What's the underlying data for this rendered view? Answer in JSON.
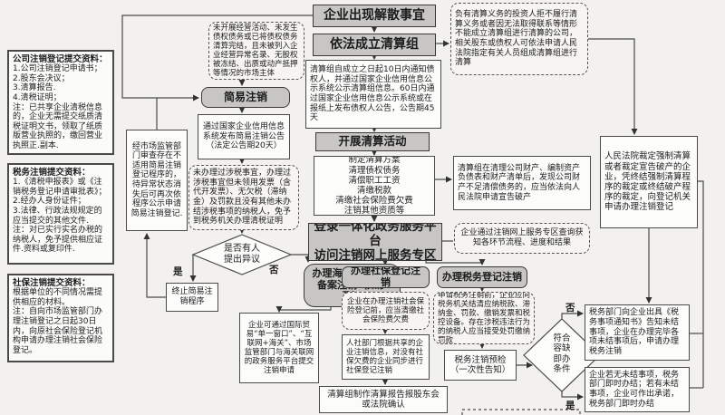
{
  "left_panel": {
    "company": {
      "title": "公司注销登记提交资料：",
      "body": "1.公司注销登记申请书；\n2.股东会决议；\n3.清算报告.\n4.清税证明；\n注：已共享企业清税信息的，企业无需提交纸质清税证明文书，领取了纸质版营业执照的，缴回营业执照正.副本."
    },
    "tax": {
      "title": "税务注销提交资料：",
      "body": "1.《清税申报表》或《注销税务登记申请审批表》；\n2.经办人身份证件；\n3.法律、行政法规规定的应当提交的其他文件.\n注：对已实行实名办税的纳税人，免予提供相应证件.资料或复印件."
    },
    "social": {
      "title": "社保注销提交资料：",
      "body": "根据单位的不同情况需提供相应的材料。\n注：自向市场监管部门办理注销登记之日起30日内，向原社会保险登记机构申请办理注销社会保险登记。"
    }
  },
  "nodes": {
    "dissolve": "企业出现解散事宜",
    "form_group": "依法成立清算组",
    "notify": "清算组自成立之日起10日内通知债权人，并通过国家企业信用信息公示系统公示清算组信息。60日内通过国家企业信用信息公示系统或在报纸上发布债权人公告，公告期45天",
    "liquidation": "开展清算活动",
    "plan": "制定清算方案\n清理债权债务\n清偿职工工资\n清缴税款\n清缴社会保险费欠费\n注销其他资质等",
    "platform": "登录一体化政务服务平台\n访问注销网上服务专区",
    "obligor": "负有清算义务的投资人拒不履行清算义务或者因无法取得联系等情形不能成立清算组进行清算的公司，相关股东或债权人可依法申请人民法院指定有关人员组成清算组进行清算",
    "court": "人民法院裁定强制清算或者裁定宣告破产的企业，凭终结强制清算程序的裁定或终结破产程序的裁定，向登记机关申请办理注销登记",
    "insolvent": "清算组在清理公司财产、编制资产负债表和财产清单后，发现公司财产不足清偿债务的，应当依法向人民法院申请宣告破产",
    "query": "企业通过注销网上服务专区查询获知各环节流程、进度和结果",
    "simple_cond": "未开展经营活动、未发生债权债务或已将债权债务清算完结，且未被列入企业经营异常名录、无股权被冻结、出质或动产抵押等情况的市场主体",
    "simple": "简易注销",
    "announce": "通过国家企业信用信息系统发布简易注销公告\n（法定公告期20天）",
    "tax_exempt": "未办理过涉税事宜，办理过涉税事宜但未领用发票（含代开发票）、无欠税（滞纳金）及罚款且没有其他未办结涉税事项的纳税人，免予到税务机关办理清税证明",
    "objection": "是否有人\n提出异议",
    "terminate": "终止简易注销程序",
    "review": "经市场监管部门审查存在不适用简易注销登记程序的，待异常状态消失后可再次依程序公示申请简易注销登记.",
    "customs": "办理海关报关单位备案注销（如涉及）",
    "customs_detail": "企业可通过国际贸易“单一窗口”、“互联网+海关”、市场监管部门与海关联网的政务服务平台提交注销申请",
    "social_step": "办理社保登记注销",
    "social_cond": "企业在办理注销社会保险登记前，应当清缴社会保险费欠费",
    "social_detail": "人社部门根据共享的企业注销信息，对没有社保欠费的企业同步进行社保登记注销",
    "report": "清算组制作清算报告报股东会或法院确认",
    "tax_step": "办理税务登记注销",
    "tax_cond": "申请税务注销前，企业应向税务机关结清应纳税款、滞纳金、罚款、缴销发票和税控设备。存在涉税违法行为的纳税人应当接受处罚缴纳罚款",
    "precheck": "税务注销预检\n（一次性告知）",
    "qualify": "符合\n容缺\n即办\n条件",
    "notice": "税务部门向企业出具《税务事项通知书》告知未结事项，企业在办理完毕各项未结事项后，申请办理税务注销",
    "instant": "企业若无未结事项，税务部门即时办结；若有未结事项，企业可作出承诺，税务部门即时办结"
  },
  "labels": {
    "yes1": "是",
    "no1": "否",
    "no2": "否",
    "yes2": "是"
  },
  "colors": {
    "node_fill": "#c7c6c4",
    "border": "#4a4a4a",
    "background": "#f2f1ee"
  }
}
